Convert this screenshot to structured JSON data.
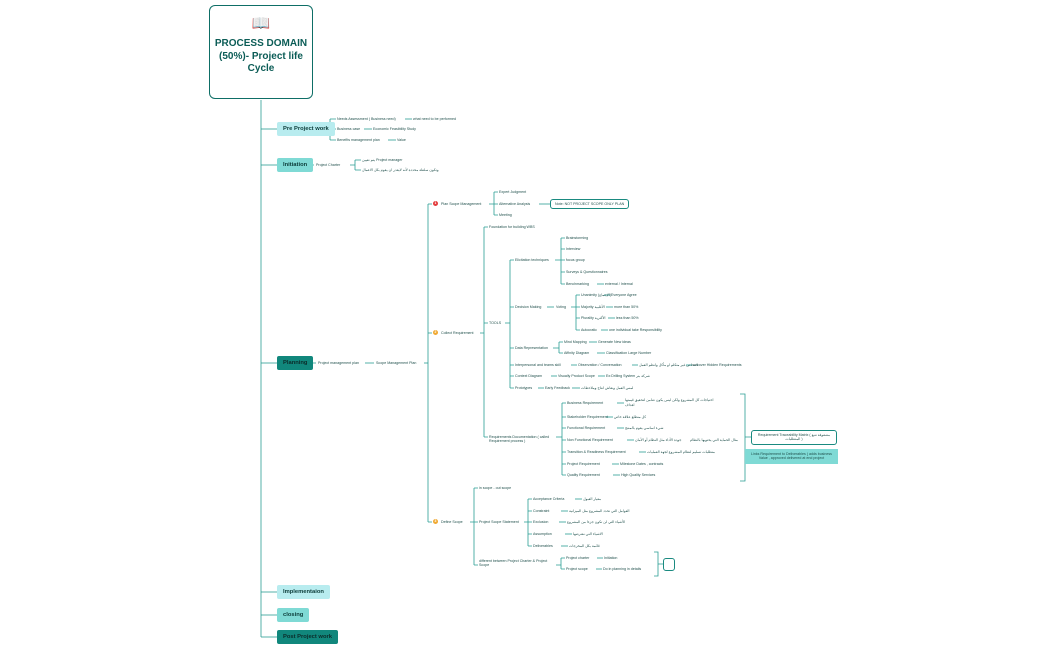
{
  "root": {
    "icon": "book-icon",
    "title": "PROCESS DOMAIN (50%)- Project life Cycle"
  },
  "phases": {
    "pre_project": "Pre Project work",
    "initiation": "Initiation",
    "planning": "Planning",
    "implementation": "Implementaion",
    "closing": "closing",
    "post_project": "Post Project work"
  },
  "pre": {
    "needs": "Needs Assessment ( Business need)",
    "needs_what": "what need to be performed",
    "business_case": "Business case",
    "feasibility": "Economic Feasibility Study",
    "benefits": "Benefits management plan",
    "value": "Value"
  },
  "init": {
    "charter": "Project Charter",
    "pm": "يتم تعيين Project manager",
    "authority": "وتكون سلطة محددة لأنه لايقدر ان يقوم بكل الاعمال"
  },
  "planning": {
    "pm_plan": "Project management plan",
    "scope_plan": "Scope Management Plan",
    "plan_scope_mgmt": "Plan Scope Management",
    "expert": "Expert Judgment",
    "alt": "Alternative Analysis",
    "meeting": "Meeting",
    "note": "Note: NOT PROJECT SCOPE ONLY PLAN",
    "collect": "Collect Requirement",
    "foundation": "Foundation for building WBS",
    "tools": "TOOLS",
    "elicitation": "Elicitation techniques",
    "brainstorming": "Brainstorming",
    "interview": "Interview",
    "focus": "focus group",
    "surveys": "Surveys & Questionnaires",
    "benchmarking": "Benchmarking",
    "benchmarking_val": "external / Internal",
    "decision": "Decision Making",
    "voting": "Voting",
    "unanimity": "Unanimity (الإجماع)",
    "unanimity_val": "Everyone Agree",
    "majority": "Majority الأغلبية",
    "majority_val": "more than 50%",
    "plurality": "Plurality الأكثرية",
    "plurality_val": "less than 50%",
    "autocratic": "Autocratic",
    "autocratic_val": "one individual take Responsibility",
    "data_rep": "Data Representation",
    "mind": "Mind Mapping",
    "mind_val": "Generate New ideas",
    "affinity": "Affinity Diagram",
    "affinity_val": "Classification Large Number",
    "interpersonal": "Interpersonal and teams skill",
    "observation": "Observation / Conversation",
    "observation_note": "لانتخاص غير متكلم او مأكل وانظم العمل",
    "observation_val": "uncover Hidden Requirements",
    "context": "Context Diagram",
    "context_val": "Visually Product Scope",
    "context_val2": "Ex:Drilling System شركة بتر",
    "prototypes": "Prototypes",
    "prototypes_val": "Early Feedback",
    "prototypes_note": "لمس العمل ونقاش انتاج وملاحظات",
    "req_doc": "Requirements Documentation ( called Requirement process )",
    "business_req": "Business Requirement",
    "business_req_note": "احتياجات كل المشروع ولكن ليس يكون ضامن لتحقيق قيمتها",
    "business_req_note2": "اهداف",
    "stakeholder_req": "Stakeholder Requirement",
    "stakeholder_note": "كل متطلع علاقة خاص",
    "functional_req": "Functional Requirement",
    "functional_note": "شيء اساسي يقوم بالمنتج",
    "nonfunc_req": "Non Functional Requirement",
    "nonfunc_note": "جودة الأداء مثل النظام أو الأمان",
    "nonfunc_note2": "مثال الحماية التي يحتويها بالنظام",
    "transition_req": "Transition & Readiness Requirement",
    "transition_note": "متطلبات تسليم لنظام المشروع لجهة العمليات",
    "project_req": "Project Requirement",
    "project_req_val": "Milestone Dates , contracts",
    "quality_req": "Quality Requirement",
    "quality_req_val": "High Quality Services",
    "rtm": "Requirement Traceability Matrix ( مصفوفة تتبع المتطلبات )",
    "rtm_links": "Links Requirement to Deliverables ( adds business Value , approved delivered at end project",
    "define": "Define Scope",
    "in_scope": "in scope - out scope",
    "scope_statement": "Project Scope Statement",
    "acceptance": "Acceptance Criteria",
    "acceptance_note": "معيار القبول",
    "constraint": "Constraint",
    "constraint_note": "العوامل التي تحدد المشروع مثل الميزانية",
    "exclusion": "Exclusion",
    "exclusion_note": "الأشياء التي لن تكون جزءا من المشروع",
    "assumption": "Assumption",
    "assumption_note": "الاشياء التي نفترضها",
    "deliverables": "Deliverables",
    "deliverables_note": "قائمة بكل المخرجات",
    "different": "different between Project Charter & Project Scope",
    "charter2": "Project charter",
    "charter2_val": "Initiation",
    "scope2": "Project scope",
    "scope2_val": "Do in planning in details"
  },
  "colors": {
    "accent": "#11877c",
    "line": "#2a9d93",
    "light": "#b8ecef",
    "mid": "#7fdad5"
  }
}
